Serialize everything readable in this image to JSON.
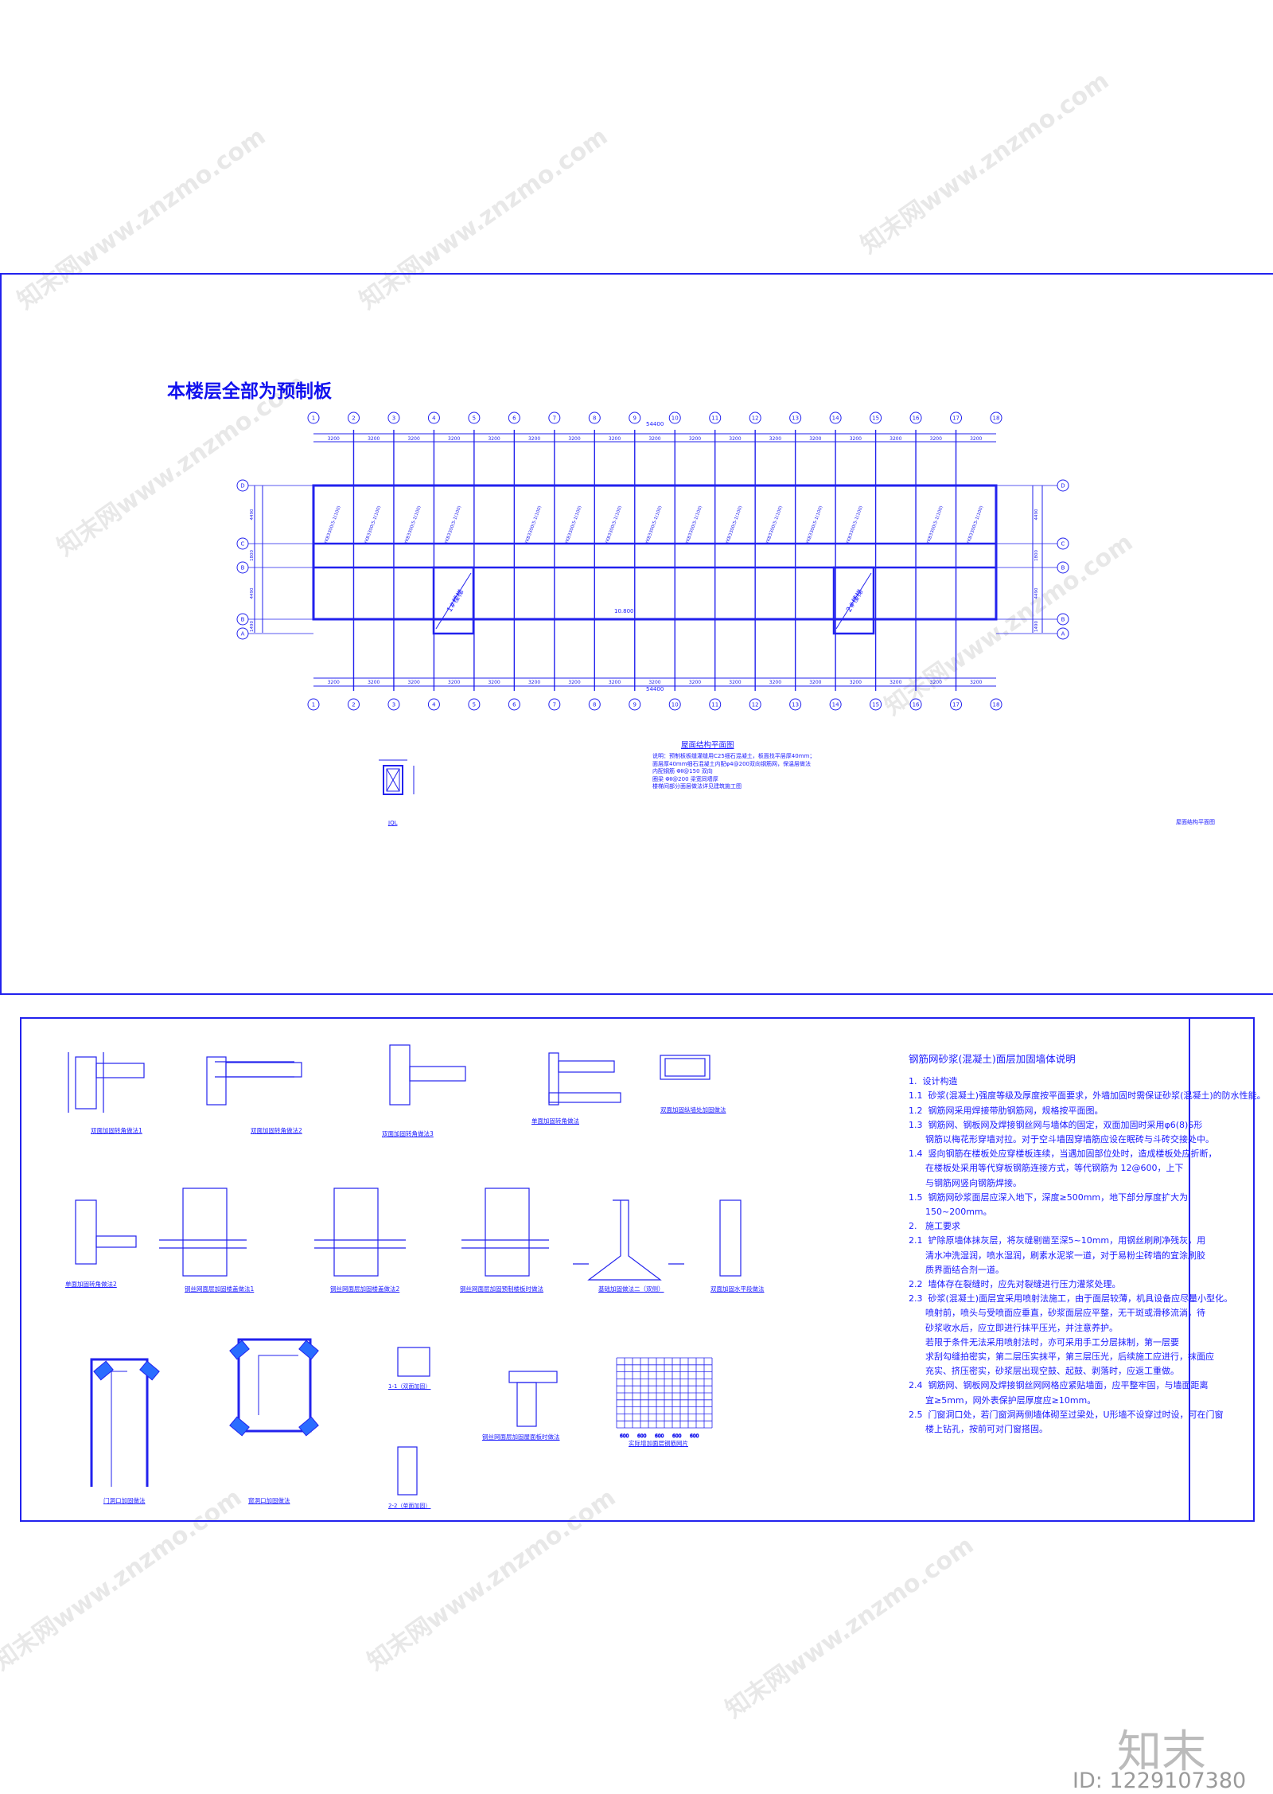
{
  "top_sheet": {
    "title": "本楼层全部为预制板",
    "plan_title": "屋面结构平面图",
    "plan_notes": [
      "说明：预制板板缝灌缝用C25细石混凝土，板面找平层厚40mm；",
      "面层厚40mm细石混凝土内配φ4@200双向钢筋网，保温层做法",
      "内配钢筋 ΦⅡ@150 双向",
      "圈梁 ΦⅡ@200 梁宽同墙厚",
      "楼梯间部分面层做法详见建筑施工图"
    ],
    "small_section_label": "JQL",
    "side_label": "屋面结构平面图",
    "label_stair_1": "1#楼梯",
    "label_stair_2": "2#楼梯",
    "elevation_label": "10.800",
    "total_dim": "54400",
    "grid_cols": [
      "1",
      "2",
      "3",
      "4",
      "5",
      "6",
      "7",
      "8",
      "9",
      "10",
      "11",
      "12",
      "13",
      "14",
      "15",
      "16",
      "17",
      "18"
    ],
    "grid_rows_left": [
      "D",
      "C",
      "B",
      "B",
      "A"
    ],
    "grid_rows_right": [
      "D",
      "C",
      "B",
      "B",
      "A"
    ],
    "bay_dims": [
      "3200",
      "3200",
      "3200",
      "3200",
      "3200",
      "3200",
      "3200",
      "3200",
      "3200",
      "3200",
      "3200",
      "3200",
      "3200",
      "3200",
      "3200",
      "3200",
      "3200"
    ],
    "row_dims": [
      "4490",
      "1800",
      "4490",
      "1490"
    ],
    "slab_label": "YKB3300(5-1(100)"
  },
  "bottom_sheet": {
    "notes_title": "钢筋网砂浆(混凝土)面层加固墙体说明",
    "notes_lines": [
      "1.  设计构造",
      "1.1  砂浆(混凝土)强度等级及厚度按平面要求，外墙加固时需保证砂浆(混凝土)的防水性能。",
      "1.2  钢筋网采用焊接带肋钢筋网，规格按平面图。",
      "1.3  钢筋网、钢板网及焊接钢丝网与墙体的固定，双面加固时采用φ6(8)S形",
      "      钢筋以梅花形穿墙对拉。对于空斗墙固穿墙筋应设在眠砖与斗砖交接处中。",
      "1.4  竖向钢筋在楼板处应穿楼板连续，当遇加固部位处时，造成楼板处应折断，",
      "      在楼板处采用等代穿板钢筋连接方式，等代钢筋为 12@600，上下",
      "      与钢筋网竖向钢筋焊接。",
      "1.5  钢筋网砂浆面层应深入地下，深度≥500mm，地下部分厚度扩大为",
      "      150~200mm。",
      "2.   施工要求",
      "2.1  铲除原墙体抹灰层，将灰缝剔凿至深5~10mm，用钢丝刷刷净残灰，用",
      "      清水冲洗湿润，喷水湿润，刷素水泥浆一道，对于易粉尘砖墙的宜涂刷胶",
      "      质界面结合剂一道。",
      "2.2  墙体存在裂缝时，应先对裂缝进行压力灌浆处理。",
      "2.3  砂浆(混凝土)面层宜采用喷射法施工，由于面层较薄，机具设备应尽量小型化。",
      "      喷射前，喷头与受喷面应垂直，砂浆面层应平整，无干斑或滑移流淌，待",
      "      砂浆收水后，应立即进行抹平压光，并注意养护。",
      "      若限于条件无法采用喷射法时，亦可采用手工分层抹制，第一层要",
      "      求刮勾缝拍密实，第二层压实抹平，第三层压光，后续施工应进行，抹面应",
      "      充实、挤压密实，砂浆层出现空鼓、起鼓、剥落时，应返工重做。",
      "2.4  钢筋网、钢板网及焊接钢丝网网格应紧贴墙面，应平整牢固，与墙面距离",
      "      宜≥5mm，网外表保护层厚度应≥10mm。",
      "2.5  门窗洞口处，若门窗洞两侧墙体砌至过梁处，U形墙不设穿过时设，可在门窗",
      "      楼上钻孔，按前可对门窗搭固。"
    ],
    "detail_captions": [
      "双面加固转角做法1",
      "双面加固转角做法2",
      "双面加固转角做法3",
      "单面加固转角做法",
      "双面加固纵墙处加固做法",
      "单面加固转角做法2",
      "钢丝网面层加固楼盖做法1",
      "钢丝网面层加固楼盖做法2",
      "钢丝网面层加固预制楼板时做法",
      "基础加固做法二（双侧）",
      "双面加固水平段做法",
      "门洞口加固做法",
      "窗洞口加固做法",
      "1-1（双面加固）",
      "2-2（单面加固）",
      "钢丝网面层加固屋面板时做法",
      "实际增加面层钢筋网片"
    ],
    "mesh_dims": [
      "600",
      "600",
      "600",
      "600",
      "600"
    ]
  },
  "watermark": {
    "brand": "知末",
    "id_text": "ID: 1229107380",
    "repeat_text": "知末网www.znzmo.com"
  },
  "colors": {
    "line": "#2222ee",
    "text": "#1a1aff",
    "watermark": "#bbbbbb"
  }
}
